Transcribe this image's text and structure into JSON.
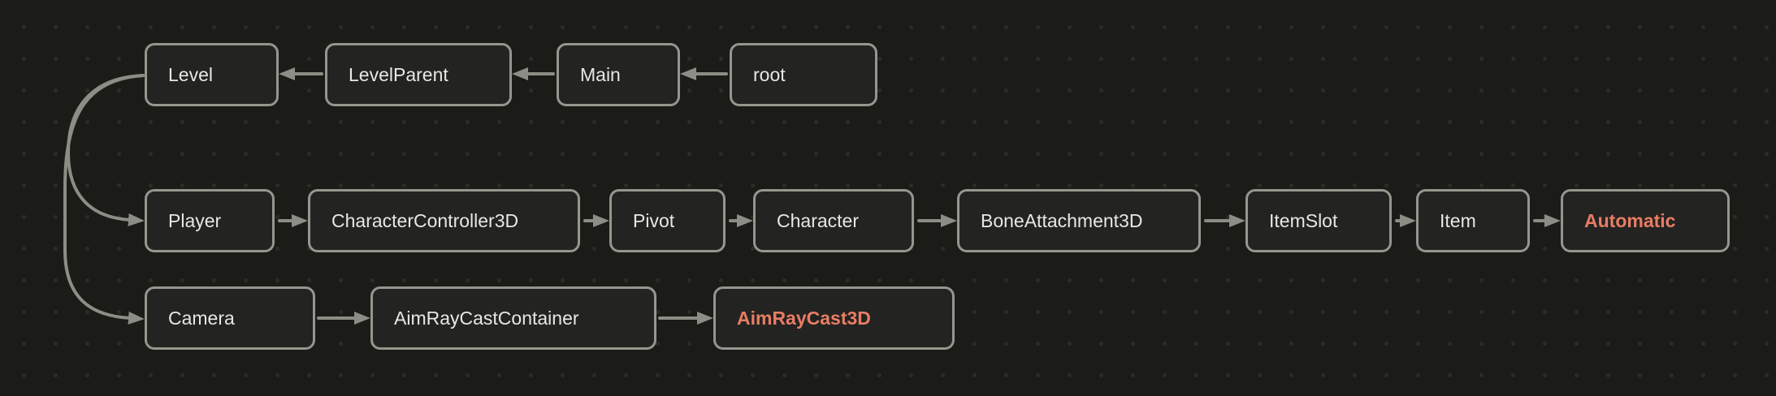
{
  "diagram_title": "",
  "colors": {
    "background": "#1b1b18",
    "node_background": "#232321",
    "node_border": "#96968e",
    "edge": "#8d8d85",
    "text": "#e9e7e2",
    "accent_text": "#e87d64"
  },
  "nodes": {
    "level": {
      "label": "Level",
      "accent": false
    },
    "level_parent": {
      "label": "LevelParent",
      "accent": false
    },
    "main": {
      "label": "Main",
      "accent": false
    },
    "root": {
      "label": "root",
      "accent": false
    },
    "player": {
      "label": "Player",
      "accent": false
    },
    "character_controller_3d": {
      "label": "CharacterController3D",
      "accent": false
    },
    "pivot": {
      "label": "Pivot",
      "accent": false
    },
    "character": {
      "label": "Character",
      "accent": false
    },
    "bone_attachment_3d": {
      "label": "BoneAttachment3D",
      "accent": false
    },
    "item_slot": {
      "label": "ItemSlot",
      "accent": false
    },
    "item": {
      "label": "Item",
      "accent": false
    },
    "automatic": {
      "label": "Automatic",
      "accent": true
    },
    "camera": {
      "label": "Camera",
      "accent": false
    },
    "aim_ray_cast_container": {
      "label": "AimRayCastContainer",
      "accent": false
    },
    "aim_ray_cast_3d": {
      "label": "AimRayCast3D",
      "accent": true
    }
  },
  "edges": [
    {
      "from": "root",
      "to": "main"
    },
    {
      "from": "main",
      "to": "level_parent"
    },
    {
      "from": "level_parent",
      "to": "level"
    },
    {
      "from": "level",
      "to": "player"
    },
    {
      "from": "level",
      "to": "camera"
    },
    {
      "from": "player",
      "to": "character_controller_3d"
    },
    {
      "from": "character_controller_3d",
      "to": "pivot"
    },
    {
      "from": "pivot",
      "to": "character"
    },
    {
      "from": "character",
      "to": "bone_attachment_3d"
    },
    {
      "from": "bone_attachment_3d",
      "to": "item_slot"
    },
    {
      "from": "item_slot",
      "to": "item"
    },
    {
      "from": "item",
      "to": "automatic"
    },
    {
      "from": "camera",
      "to": "aim_ray_cast_container"
    },
    {
      "from": "aim_ray_cast_container",
      "to": "aim_ray_cast_3d"
    }
  ]
}
